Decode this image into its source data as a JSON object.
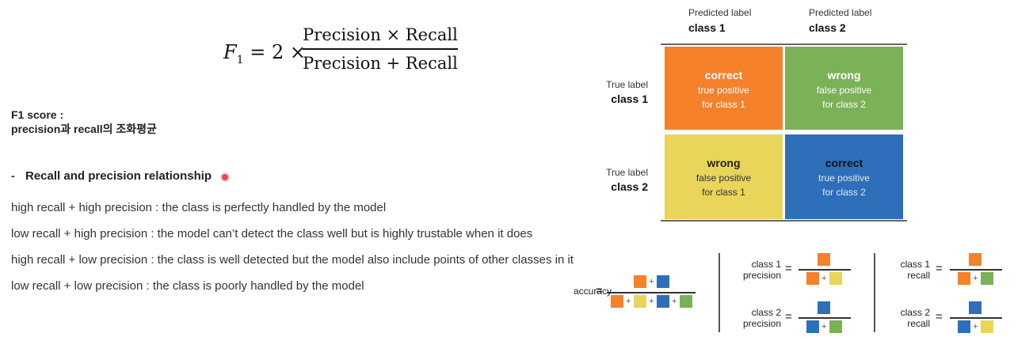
{
  "formula": {
    "lhs": "F",
    "sub": "1",
    "eq": "= 2 ×",
    "numerator": "Precision × Recall",
    "denominator": "Precision + Recall"
  },
  "notes": {
    "f1_title": "F1 score :",
    "f1_sub": "precision과 recall의 조화평균",
    "rel_dash": "-",
    "rel_title": "Recall and precision relationship",
    "lines": [
      "high recall + high precision : the class is perfectly handled by the model",
      "low recall + high precision : the model can’t detect the class well but is highly trustable when it does",
      "high recall + low precision : the class is well detected but the model also include points of other classes in it",
      "low recall + low precision : the class is poorly handled by the model"
    ]
  },
  "matrix": {
    "pred1_small": "Predicted label",
    "pred1_big": "class 1",
    "pred2_small": "Predicted label",
    "pred2_big": "class 2",
    "true1_small": "True label",
    "true1_big": "class 1",
    "true2_small": "True label",
    "true2_big": "class 2",
    "cells": [
      {
        "title": "correct",
        "l1": "true positive",
        "l2": "for class 1",
        "color": "#f5812a"
      },
      {
        "title": "wrong",
        "l1": "false positive",
        "l2": "for class 2",
        "color": "#7bb157"
      },
      {
        "title": "wrong",
        "l1": "false positive",
        "l2": "for class 1",
        "color": "#e8d55a"
      },
      {
        "title": "correct",
        "l1": "true positive",
        "l2": "for class 2",
        "color": "#2e6fba"
      }
    ]
  },
  "legend": {
    "accuracy_label": "accuracy",
    "c1_precision": [
      "class 1",
      "precision"
    ],
    "c2_precision": [
      "class 2",
      "precision"
    ],
    "c1_recall": [
      "class 1",
      "recall"
    ],
    "c2_recall": [
      "class 2",
      "recall"
    ],
    "eq": "=",
    "plus": "+"
  },
  "colors": {
    "orange": "#f5812a",
    "green": "#7bb157",
    "yellow": "#e8d55a",
    "blue": "#2e6fba"
  }
}
